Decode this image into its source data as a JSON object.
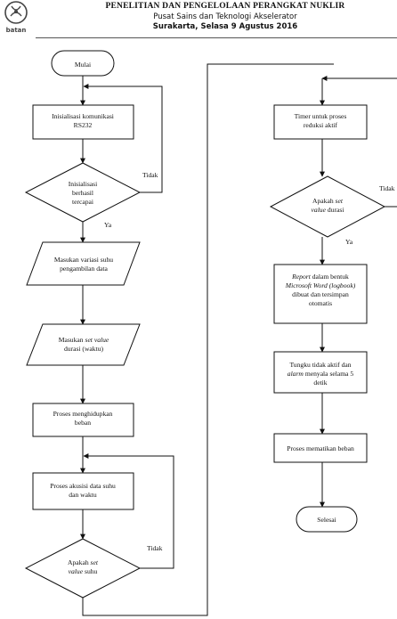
{
  "header": {
    "logo_text": "batan",
    "title": "PENELITIAN DAN PENGELOLAAN PERANGKAT NUKLIR",
    "subtitle": "Pusat Sains dan Teknologi Akselerator",
    "place_date": "Surakarta, Selasa 9 Agustus 2016"
  },
  "flowchart": {
    "start": "Mulai",
    "init_comm": [
      "Inisialisasi komunikasi",
      "RS232"
    ],
    "init_check": [
      "Inisialisasi",
      "berhasil",
      "tercapai"
    ],
    "no_label_1": "Tidak",
    "yes_label_1": "Ya",
    "input_temp": [
      "Masukan variasi suhu",
      "pengambilan data"
    ],
    "input_setvalue": {
      "prefix": "Masukan ",
      "italic": "set value",
      "line2": "durasi (waktu)"
    },
    "load_on": [
      "Proses menghidupkan",
      "beban"
    ],
    "acquisition": [
      "Proses akusisi data suhu",
      "dan waktu"
    ],
    "check_setvalue_temp": {
      "line1": "Apakah ",
      "italic1": "set",
      "italic2": "value",
      "line2_rest": " suhu"
    },
    "no_label_2": "Tidak",
    "timer": [
      "Timer untuk proses",
      "reduksi aktif"
    ],
    "check_setvalue_duration": {
      "line1": "Apakah ",
      "italic1": "set",
      "italic2": "value",
      "line2_rest": " durasi"
    },
    "no_label_3": "Tidak",
    "yes_label_2": "Ya",
    "report": {
      "l1_italic": "Report",
      "l1_rest": " dalam bentuk",
      "l2_italic": "Microsoft Word (logbook)",
      "l3": "dibuat dan tersimpan",
      "l4": "otomatis"
    },
    "furnace": {
      "l1": "Tungku tidak aktif dan",
      "l2_italic": "alarm",
      "l2_rest": " menyala selama 5",
      "l3": "detik"
    },
    "load_off": "Proses mematikan beban",
    "end": "Selesai"
  }
}
